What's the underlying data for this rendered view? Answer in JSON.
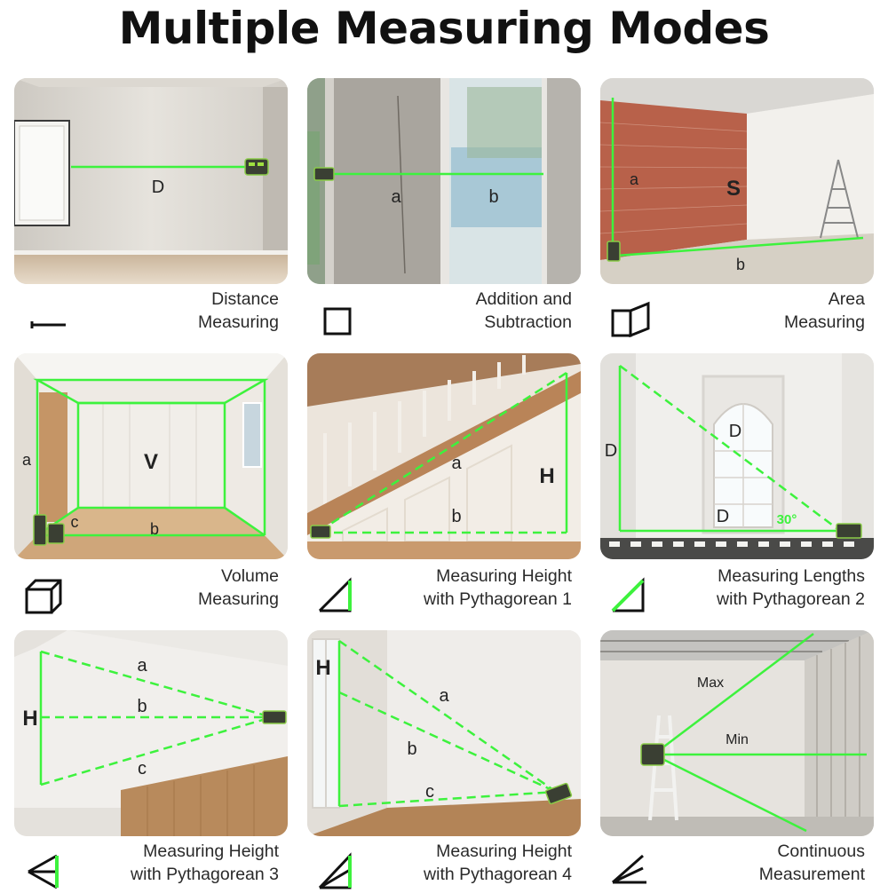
{
  "title": "Multiple Measuring Modes",
  "colors": {
    "laser": "#3df23d",
    "text": "#2a2a2a"
  },
  "panels": [
    {
      "caption": "Distance\nMeasuring",
      "icon": "distance-icon",
      "labels": {
        "d": "D"
      }
    },
    {
      "caption": "Addition and\nSubtraction",
      "icon": "square-icon",
      "labels": {
        "a": "a",
        "b": "b"
      }
    },
    {
      "caption": "Area\nMeasuring",
      "icon": "area-icon",
      "labels": {
        "a": "a",
        "s": "S",
        "b": "b"
      }
    },
    {
      "caption": "Volume\nMeasuring",
      "icon": "cube-icon",
      "labels": {
        "a": "a",
        "v": "V",
        "c": "c",
        "b": "b"
      }
    },
    {
      "caption": "Measuring Height\nwith Pythagorean 1",
      "icon": "triangle-icon",
      "labels": {
        "a": "a",
        "h": "H",
        "b": "b"
      }
    },
    {
      "caption": "Measuring Lengths\nwith Pythagorean 2",
      "icon": "triangle-filled-icon",
      "labels": {
        "d1": "D",
        "d2": "D",
        "d3": "D",
        "angle": "30°"
      }
    },
    {
      "caption": "Measuring Height\nwith Pythagorean 3",
      "icon": "fan-icon",
      "labels": {
        "a": "a",
        "b": "b",
        "c": "c",
        "h": "H"
      }
    },
    {
      "caption": "Measuring Height\nwith Pythagorean 4",
      "icon": "fan-triangle-icon",
      "labels": {
        "h": "H",
        "a": "a",
        "b": "b",
        "c": "c"
      }
    },
    {
      "caption": "Continuous\nMeasurement",
      "icon": "angle-icon",
      "labels": {
        "max": "Max",
        "min": "Min"
      }
    }
  ]
}
